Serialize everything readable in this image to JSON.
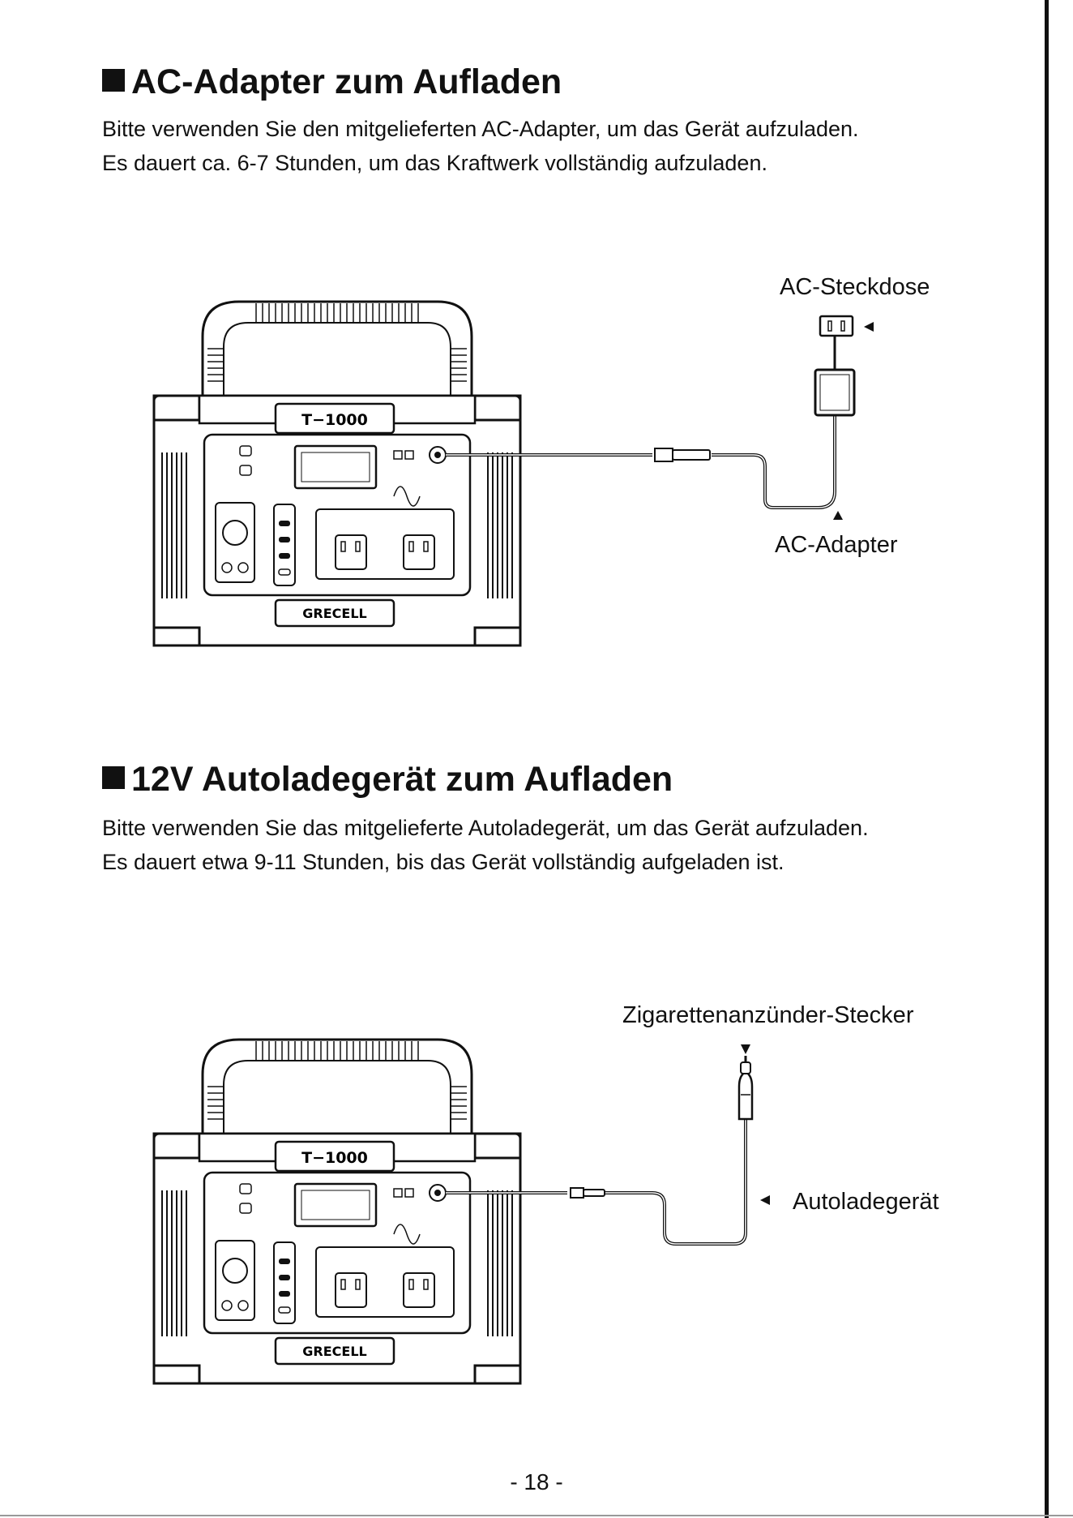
{
  "section1": {
    "title": "AC-Adapter zum Aufladen",
    "lines": [
      "Bitte verwenden Sie den mitgelieferten AC-Adapter, um das Gerät aufzuladen.",
      "Es dauert ca. 6-7 Stunden, um das Kraftwerk vollständig aufzuladen."
    ],
    "label_outlet": "AC-Steckdose",
    "label_adapter": "AC-Adapter"
  },
  "section2": {
    "title": "12V Autoladegerät zum Aufladen",
    "lines": [
      "Bitte verwenden Sie das mitgelieferte Autoladegerät, um das Gerät aufzuladen.",
      "Es dauert etwa 9-11 Stunden, bis das Gerät vollständig aufgeladen ist."
    ],
    "label_plug": "Zigarettenanzünder-Stecker",
    "label_charger": "Autoladegerät"
  },
  "device": {
    "model": "T−1000",
    "brand": "GRECELL"
  },
  "page_number": "- 18 -"
}
